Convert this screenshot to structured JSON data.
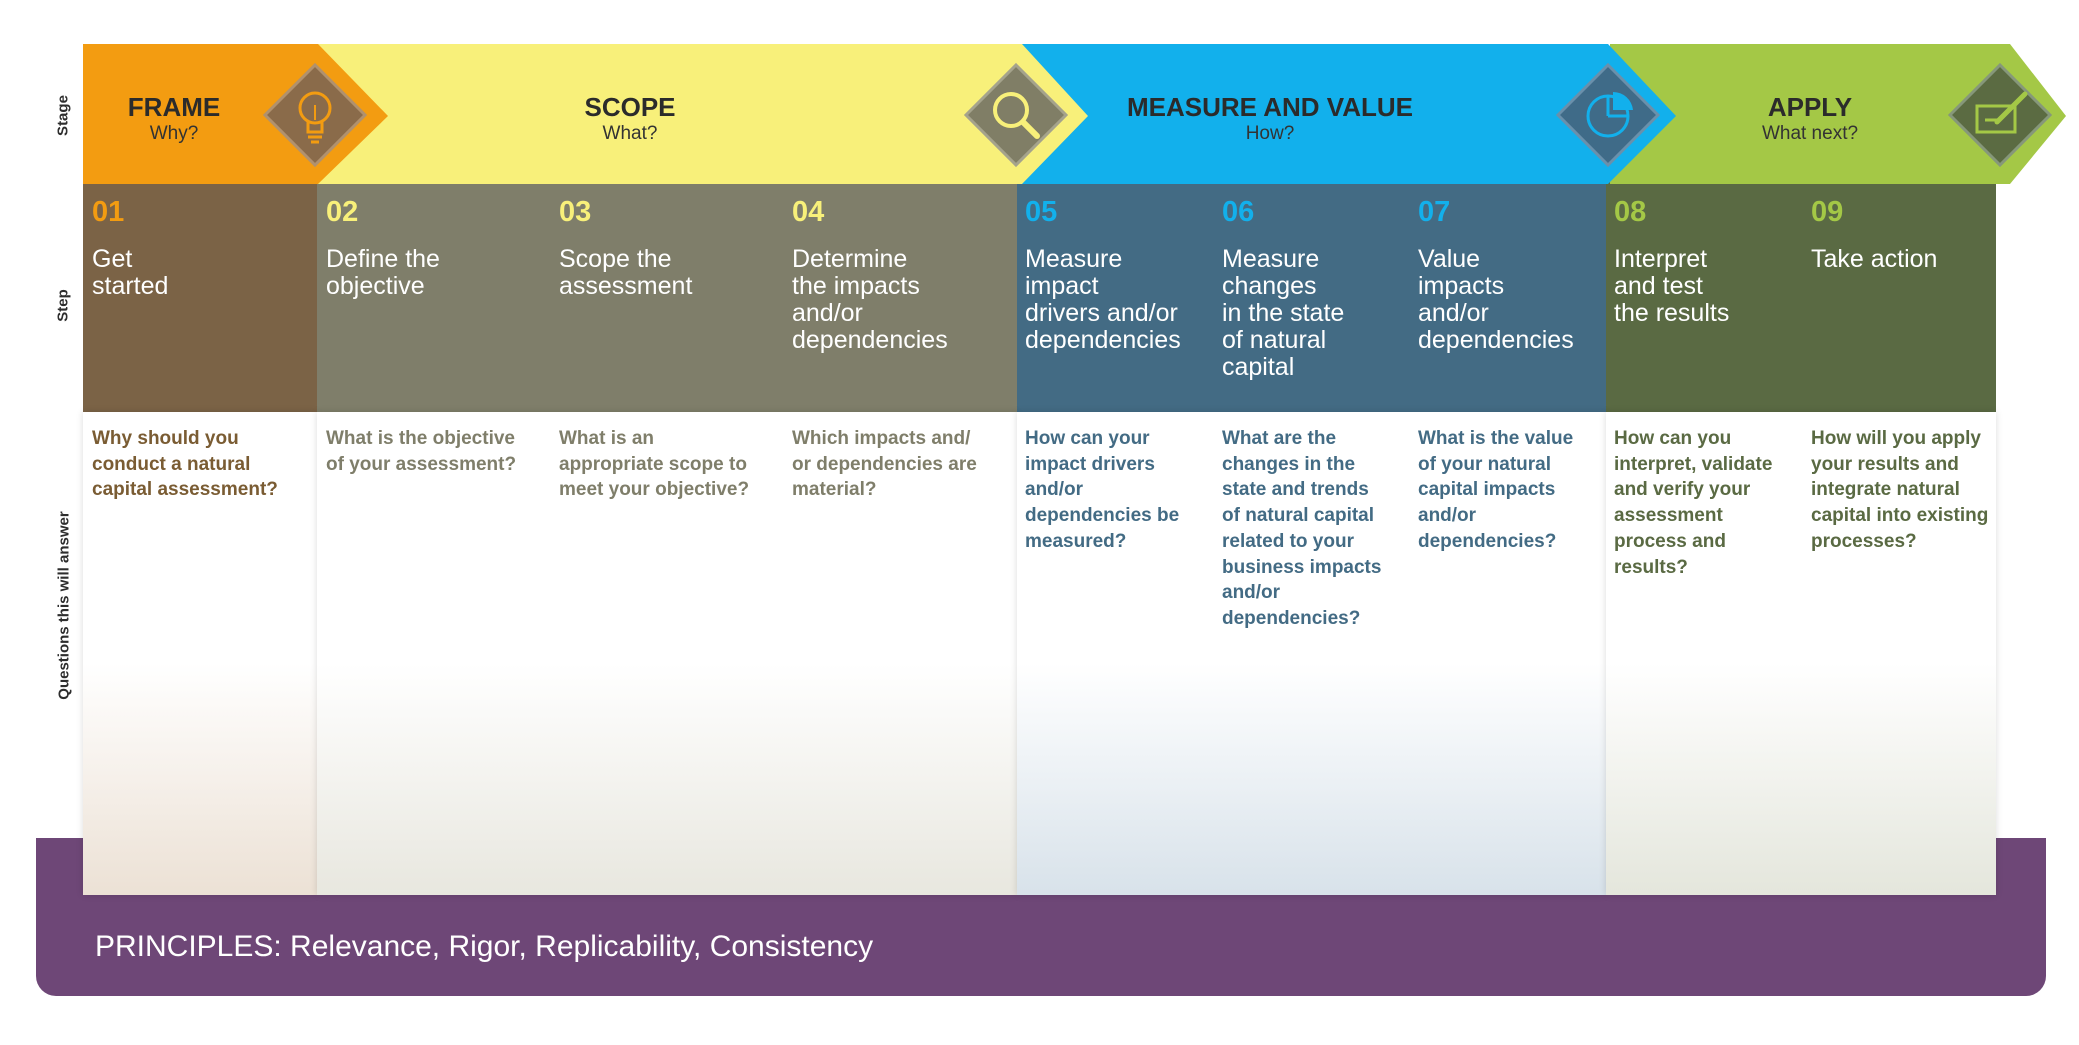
{
  "side_labels": {
    "stage": "Stage",
    "step": "Step",
    "questions": "Questions this will answer"
  },
  "stages": [
    {
      "title": "FRAME",
      "subtitle": "Why?",
      "color": "#f39c11",
      "icon": "lightbulb-icon"
    },
    {
      "title": "SCOPE",
      "subtitle": "What?",
      "color": "#f8f07a",
      "icon": "magnifier-icon"
    },
    {
      "title": "MEASURE AND VALUE",
      "subtitle": "How?",
      "color": "#12b0ec",
      "icon": "pie-chart-icon"
    },
    {
      "title": "APPLY",
      "subtitle": "What next?",
      "color": "#a4c846",
      "icon": "pencil-note-icon"
    }
  ],
  "steps": [
    {
      "number": "01",
      "label": "Get\nstarted",
      "question": "Why should you\nconduct a natural\ncapital assessment?"
    },
    {
      "number": "02",
      "label": "Define the\nobjective",
      "question": "What is the objective\nof your assessment?"
    },
    {
      "number": "03",
      "label": "Scope the\nassessment",
      "question": "What is an\nappropriate scope to\nmeet your objective?"
    },
    {
      "number": "04",
      "label": "Determine\nthe impacts\nand/or\ndependencies",
      "question": "Which impacts and/\nor dependencies are\nmaterial?"
    },
    {
      "number": "05",
      "label": "Measure\nimpact\ndrivers and/or\ndependencies",
      "question": "How can your\nimpact drivers\nand/or\ndependencies be\nmeasured?"
    },
    {
      "number": "06",
      "label": "Measure\nchanges\nin the state\nof natural\ncapital",
      "question": "What are the\nchanges in the\nstate and trends\nof natural capital\nrelated to your\nbusiness impacts\nand/or\ndependencies?"
    },
    {
      "number": "07",
      "label": "Value\nimpacts\nand/or\ndependencies",
      "question": "What is the value\nof your natural\ncapital impacts\nand/or\ndependencies?"
    },
    {
      "number": "08",
      "label": "Interpret\nand test\nthe results",
      "question": "How can you\ninterpret, validate\nand verify your\nassessment\nprocess and\nresults?"
    },
    {
      "number": "09",
      "label": "Take action",
      "question": "How will you apply\nyour results and\nintegrate natural\ncapital into existing\nprocesses?"
    }
  ],
  "principles": "PRINCIPLES: Relevance, Rigor, Replicability, Consistency"
}
